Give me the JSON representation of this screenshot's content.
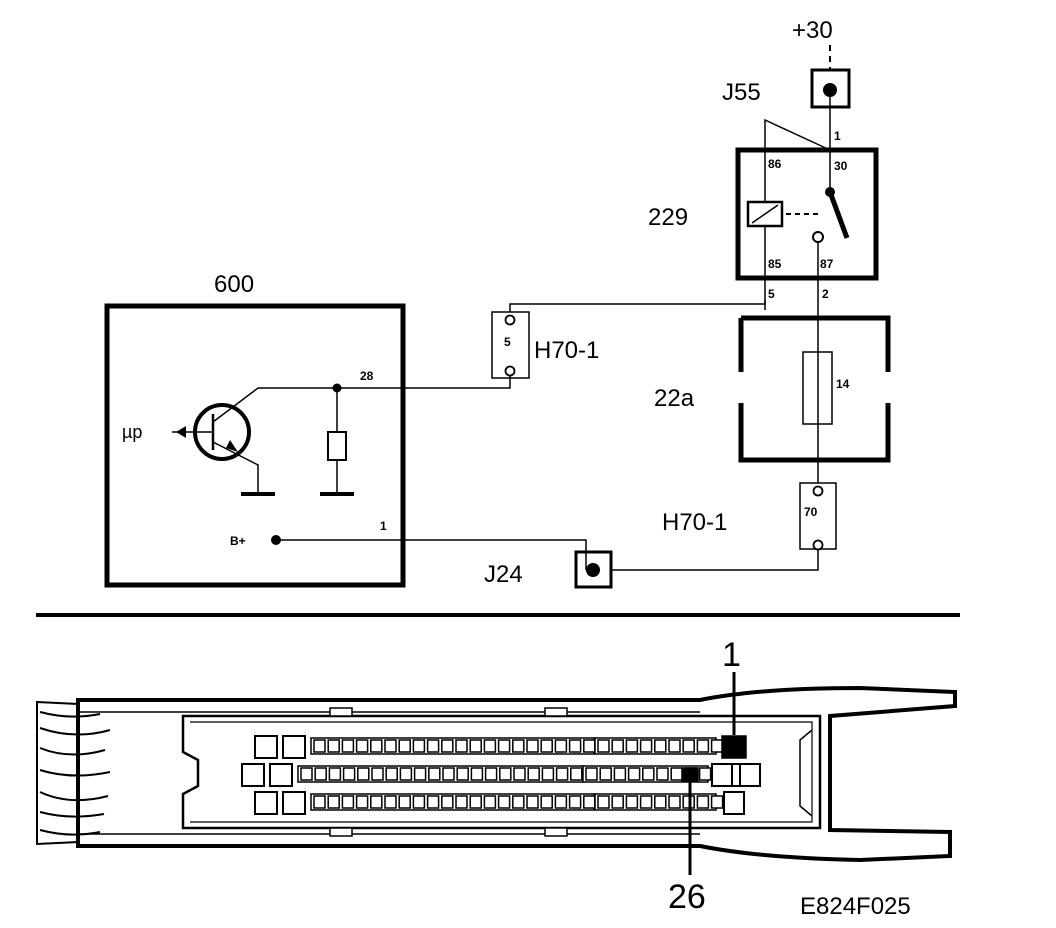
{
  "diagram": {
    "supply_label": "+30",
    "connectors": {
      "j55": "J55",
      "j24": "J24",
      "h70_top": "H70-1",
      "h70_bottom": "H70-1"
    },
    "components": {
      "relay": "229",
      "ecu": "600",
      "fuse_box": "22a"
    },
    "pins": {
      "j55_pin": "1",
      "relay_86": "86",
      "relay_30": "30",
      "relay_85": "85",
      "relay_87": "87",
      "relay_out_85": "5",
      "relay_out_87": "2",
      "h70_top_pin": "5",
      "fuse_pin": "14",
      "h70_bottom_pin": "70",
      "ecu_28": "28",
      "ecu_1": "1"
    },
    "ecu_signals": {
      "mu_p": "µp",
      "b_plus": "B+"
    },
    "connector_pin_labels": {
      "pin_1": "1",
      "pin_26": "26"
    },
    "figure_code": "E824F025"
  }
}
